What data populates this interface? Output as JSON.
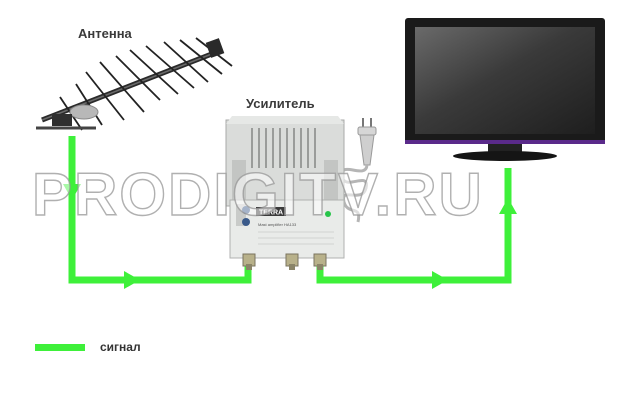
{
  "labels": {
    "antenna": "Антенна",
    "amplifier": "Усилитель",
    "legend_signal": "сигнал"
  },
  "amplifier": {
    "brand": "TERRA",
    "model_line": "Mast amplifier HA133"
  },
  "watermark": "PRODIGITV.RU",
  "colors": {
    "signal": "#3ef03a",
    "label_text": "#3a3a3a",
    "tv_body": "#1a1a1a",
    "amplifier_body": "#cfd2cf"
  },
  "icons": [
    "antenna-icon",
    "amplifier-icon",
    "power-plug-icon",
    "tv-icon"
  ]
}
